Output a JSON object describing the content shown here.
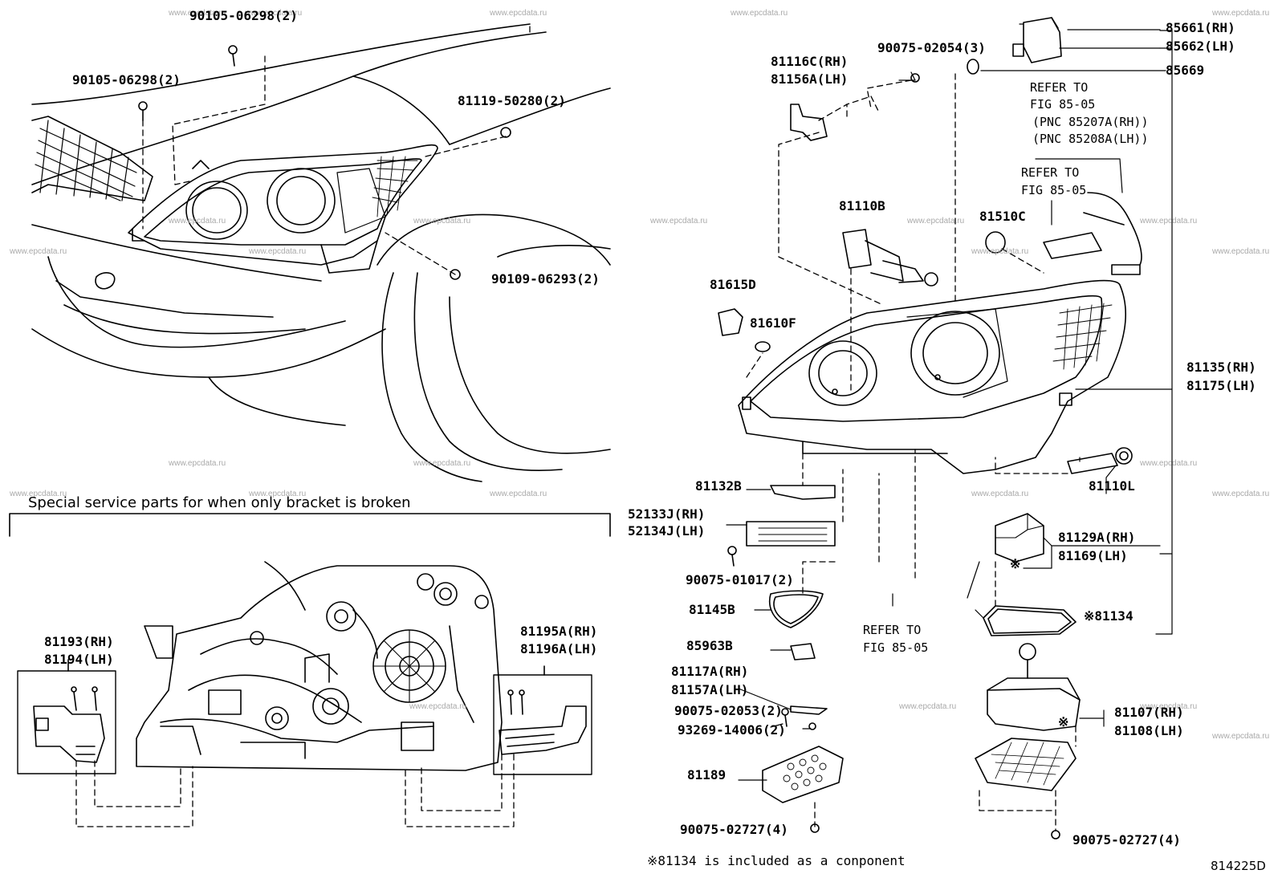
{
  "watermark": "www.epcdata.ru",
  "section_heading": "Special service parts for when only bracket is broken",
  "footnote": "※81134 is included as a conponent",
  "figure_number": "814225D",
  "labels": {
    "p1": "90105-06298(2)",
    "p2": "90105-06298(2)",
    "p3": "81119-50280(2)",
    "p4": "90109-06293(2)",
    "p5a": "81116C(RH)",
    "p5b": "81156A(LH)",
    "p6": "90075-02054(3)",
    "p7a": "85661(RH)",
    "p7b": "85662(LH)",
    "p8": "85669",
    "ref1a": "REFER TO",
    "ref1b": "FIG 85-05",
    "ref1c": "(PNC 85207A(RH))",
    "ref1d": "(PNC 85208A(LH))",
    "ref2a": "REFER TO",
    "ref2b": "FIG 85-05",
    "p9": "81110B",
    "p10": "81510C",
    "p11": "81615D",
    "p12": "81610F",
    "p13a": "81135(RH)",
    "p13b": "81175(LH)",
    "p14": "81132B",
    "p15": "81110L",
    "p16a": "52133J(RH)",
    "p16b": "52134J(LH)",
    "p17a": "81129A(RH)",
    "p17b": "81169(LH)",
    "p17mark": "※",
    "p18": "90075-01017(2)",
    "p19": "81145B",
    "p20": "※81134",
    "ref3a": "REFER TO",
    "ref3b": "FIG 85-05",
    "p21": "85963B",
    "p22a": "81117A(RH)",
    "p22b": "81157A(LH)",
    "p23": "90075-02053(2)",
    "p24": "93269-14006(2)",
    "p25a": "81107(RH)",
    "p25b": "81108(LH)",
    "p25mark": "※",
    "p26": "81189",
    "p27": "90075-02727(4)",
    "p28": "90075-02727(4)",
    "p29a": "81193(RH)",
    "p29b": "81194(LH)",
    "p30a": "81195A(RH)",
    "p30b": "81196A(LH)"
  }
}
